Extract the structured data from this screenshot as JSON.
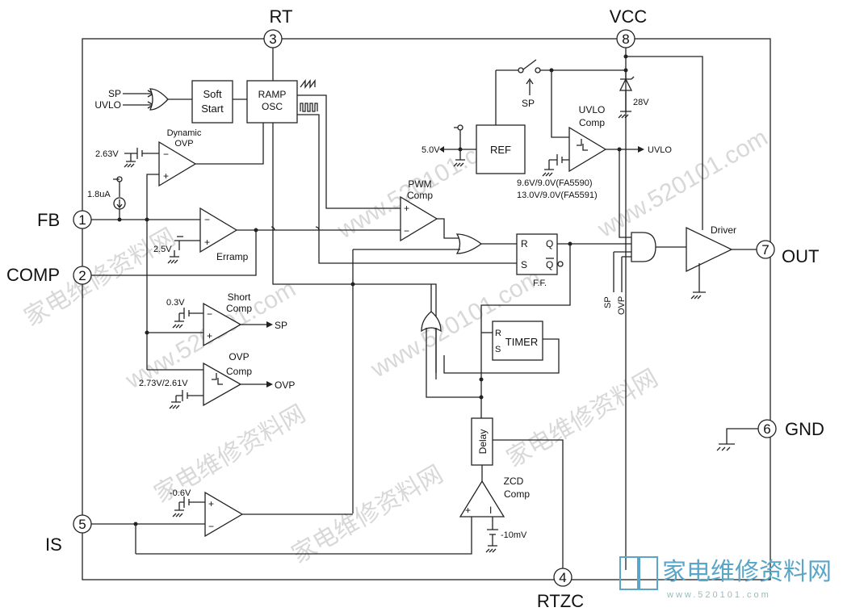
{
  "pins": {
    "rt": {
      "num": "3",
      "label": "RT"
    },
    "vcc": {
      "num": "8",
      "label": "VCC"
    },
    "fb": {
      "num": "1",
      "label": "FB"
    },
    "comp": {
      "num": "2",
      "label": "COMP"
    },
    "out": {
      "num": "7",
      "label": "OUT"
    },
    "gnd": {
      "num": "6",
      "label": "GND"
    },
    "is": {
      "num": "5",
      "label": "IS"
    },
    "rtzc": {
      "num": "4",
      "label": "RTZC"
    }
  },
  "blocks": {
    "soft_start": [
      "Soft",
      "Start"
    ],
    "ramp_osc": [
      "RAMP",
      "OSC"
    ],
    "ref": "REF",
    "timer": "TIMER",
    "delay": "Delay",
    "ff": "F.F.",
    "ff_r": "R",
    "ff_s": "S",
    "ff_q": "Q",
    "ff_qbar": "Q"
  },
  "labels": {
    "sp_in": "SP",
    "uvlo_in": "UVLO",
    "dynamic_ovp": [
      "Dynamic",
      "OVP"
    ],
    "v263": "2.63V",
    "i18": "1.8uA",
    "v25": "2.5V",
    "erramp": "Erramp",
    "pwm_comp": [
      "PWM",
      "Comp"
    ],
    "short_comp": [
      "Short",
      "Comp"
    ],
    "v03": "0.3V",
    "sp_out": "SP",
    "ovp_comp": [
      "OVP",
      "Comp"
    ],
    "v273": "2.73V/2.61V",
    "ovp_out": "OVP",
    "sp_switch": "SP",
    "v50": "5.0V",
    "uvlo_comp": [
      "UVLO",
      "Comp"
    ],
    "uvlo_out": "UVLO",
    "thresh1": "9.6V/9.0V(FA5590)",
    "thresh2": "13.0V/9.0V(FA5591)",
    "zener": "28V",
    "driver": "Driver",
    "and_sp": "SP",
    "and_ovp": "OVP",
    "v06": "-0.6V",
    "zcd_comp": [
      "ZCD",
      "Comp"
    ],
    "v10m": "-10mV",
    "timer_r": "R",
    "timer_s": "S"
  },
  "watermark": {
    "text": "www.520101.com",
    "cn": "家电维修资料网"
  },
  "logo": {
    "title": "家电维修资料网",
    "url": "www.520101.com"
  }
}
